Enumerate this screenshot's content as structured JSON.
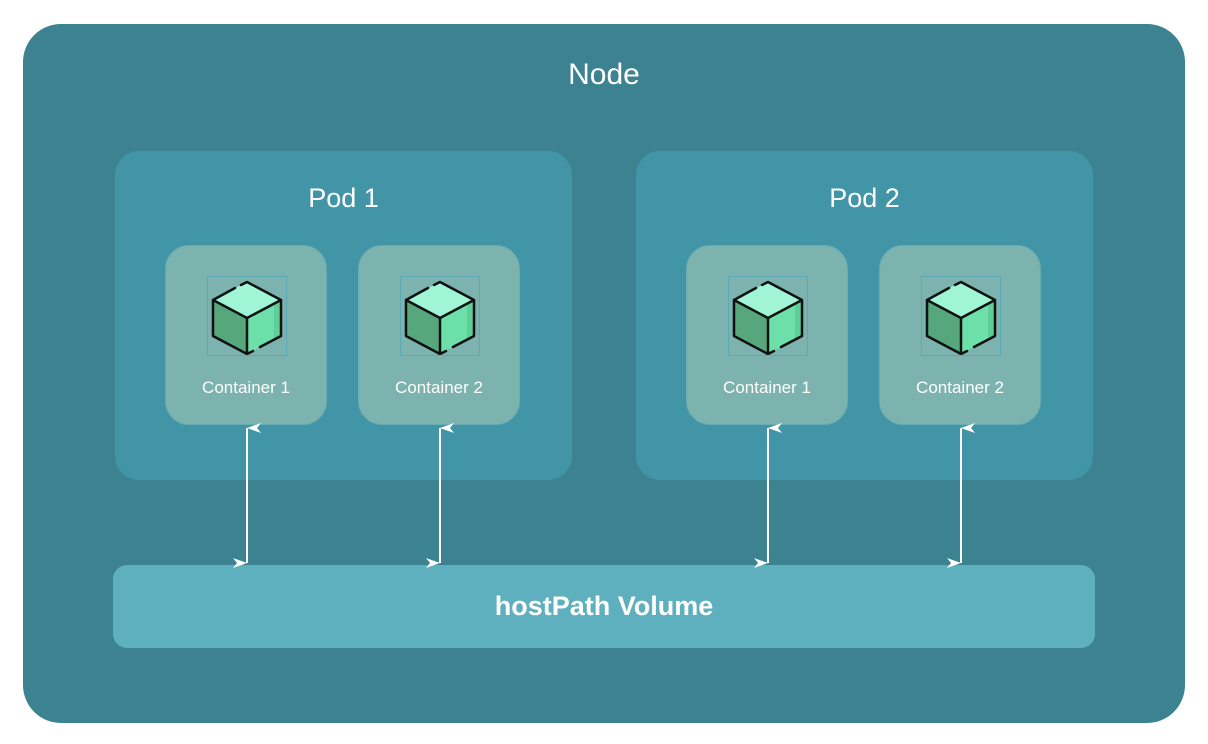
{
  "node": {
    "title": "Node"
  },
  "pods": [
    {
      "title": "Pod 1",
      "containers": [
        {
          "label": "Container 1",
          "icon": "container-cube-icon"
        },
        {
          "label": "Container 2",
          "icon": "container-cube-icon"
        }
      ]
    },
    {
      "title": "Pod 2",
      "containers": [
        {
          "label": "Container 1",
          "icon": "container-cube-icon"
        },
        {
          "label": "Container 2",
          "icon": "container-cube-icon"
        }
      ]
    }
  ],
  "volume": {
    "label": "hostPath Volume"
  },
  "connections": [
    {
      "from": "Pod 1 / Container 1",
      "to": "hostPath Volume",
      "direction": "bidirectional"
    },
    {
      "from": "Pod 1 / Container 2",
      "to": "hostPath Volume",
      "direction": "bidirectional"
    },
    {
      "from": "Pod 2 / Container 1",
      "to": "hostPath Volume",
      "direction": "bidirectional"
    },
    {
      "from": "Pod 2 / Container 2",
      "to": "hostPath Volume",
      "direction": "bidirectional"
    }
  ],
  "colors": {
    "node": "#3c8290",
    "pod": "#4195a6",
    "container": "#7cb3ae",
    "volume": "#5fb0be",
    "cube_top": "#9ff5d6",
    "cube_left": "#56a87c",
    "cube_right": "#6ddfa8"
  }
}
